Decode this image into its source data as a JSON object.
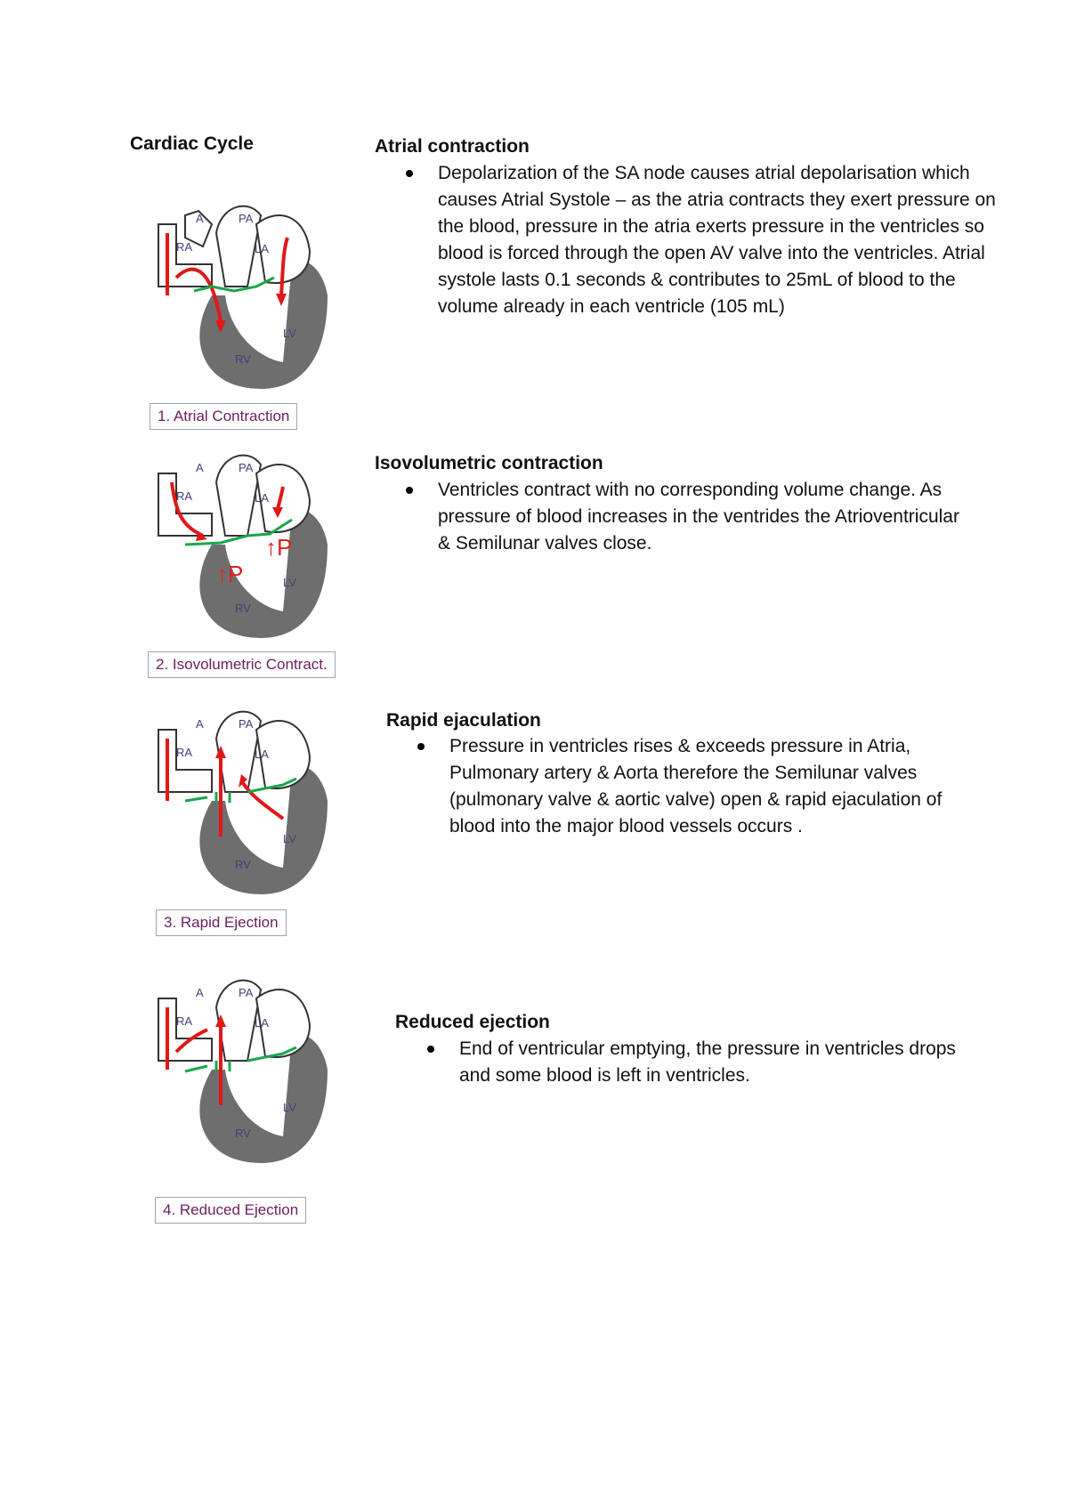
{
  "page_title": "Cardiac Cycle",
  "sections": [
    {
      "title": "Atrial contraction",
      "bullets": [
        "Depolarization of the SA node causes atrial depolarisation which causes Atrial Systole – as the atria contracts they exert pressure on the blood, pressure in the atria exerts pressure in the ventricles so blood is forced through the open AV valve into the ventricles. Atrial systole lasts 0.1 seconds & contributes to 25mL of blood to the volume already in each ventricle (105 mL)"
      ],
      "figure_caption": "1. Atrial Contraction"
    },
    {
      "title": "Isovolumetric contraction",
      "bullets": [
        "Ventricles contract with no corresponding volume change. As pressure of blood increases in the ventrides the Atrioventricular & Semilunar valves close."
      ],
      "figure_caption": "2. Isovolumetric Contract."
    },
    {
      "title": "Rapid ejaculation",
      "bullets": [
        "Pressure in ventricles rises & exceeds pressure in Atria, Pulmonary artery & Aorta therefore the Semilunar valves (pulmonary valve & aortic valve) open & rapid ejaculation of blood into the major blood vessels occurs ."
      ],
      "figure_caption": "3. Rapid Ejection"
    },
    {
      "title": "Reduced ejection",
      "bullets": [
        "End of ventricular emptying, the pressure in ventricles drops and some blood is left in ventricles."
      ],
      "figure_caption": "4. Reduced Ejection"
    }
  ],
  "heart_labels": {
    "a": "A",
    "pa": "PA",
    "ra": "RA",
    "la": "LA",
    "rv": "RV",
    "lv": "LV",
    "pressure": "↑P"
  },
  "colors": {
    "blood_arrow": "#e01818",
    "valve": "#1aa64a",
    "myocardium": "#6e6e6e",
    "label": "#4a3b78",
    "caption_text": "#6b1f5e"
  }
}
